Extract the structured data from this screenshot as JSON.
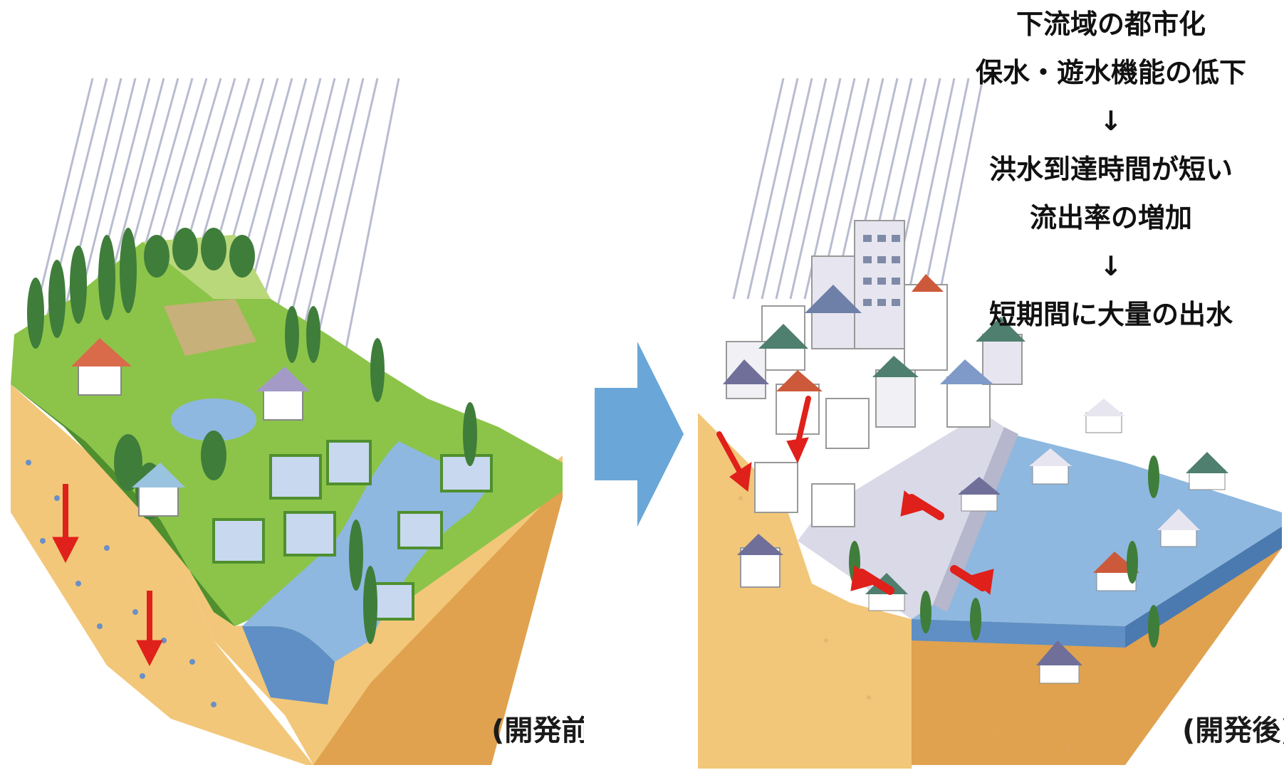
{
  "before_label": "(開発前)",
  "after_label": "(開発後)",
  "notes": {
    "line1": "下流域の都市化",
    "line2": "保水・遊水機能の低下",
    "arrow1": "↓",
    "line3": "洪水到達時間が短い",
    "line4": "流出率の増加",
    "arrow2": "↓",
    "line5": "短期間に大量の出水"
  },
  "colors": {
    "soil": "#f2c779",
    "soil_dark": "#e0a24f",
    "grass": "#8cc44a",
    "grass_dark": "#4f8f2e",
    "water": "#8eb8e0",
    "water_dark": "#5f8fc4",
    "rain": "#b9bccf",
    "arrow_red": "#e0201a",
    "transition_arrow": "#6aa7d8"
  },
  "icons": [
    "rain-icon",
    "tree-icon",
    "house-icon",
    "building-icon",
    "red-down-arrow-icon",
    "red-diagonal-arrow-icon",
    "transition-arrow-icon"
  ]
}
